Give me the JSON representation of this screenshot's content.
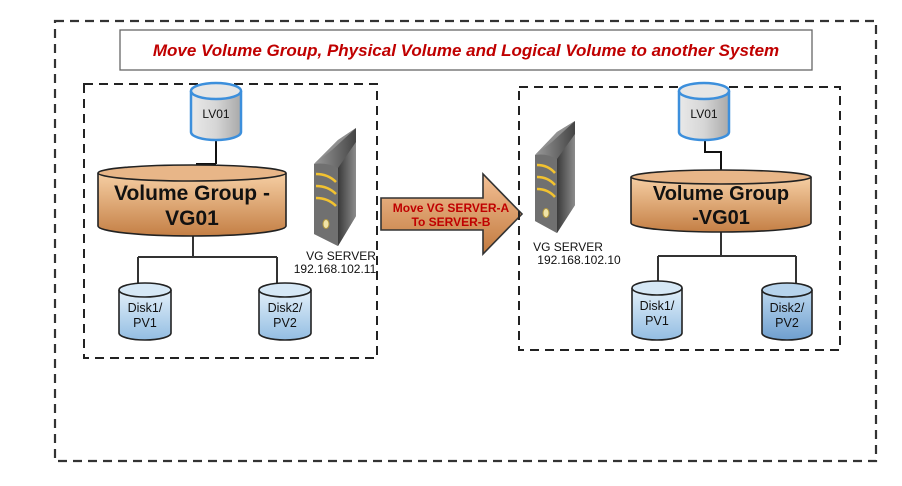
{
  "title": "Move Volume Group, Physical Volume and Logical Volume to another System",
  "colors": {
    "title_text": "#c00000",
    "arrow_text": "#c00000",
    "vg_fill_top": "#f4c79a",
    "vg_fill_bottom": "#c8834a",
    "lv_stroke": "#3c8fdc",
    "disk_fill_top": "#dcecf8",
    "disk_fill_bottom": "#9cc3e4",
    "server_stripe": "#f2c230"
  },
  "server_a": {
    "name": "VG SERVER",
    "ip": "192.168.102.11",
    "logical_volume": "LV01",
    "volume_group_line1": "Volume Group -",
    "volume_group_line2": "VG01",
    "disks": [
      {
        "line1": "Disk1/",
        "line2": "PV1"
      },
      {
        "line1": "Disk2/",
        "line2": "PV2"
      }
    ]
  },
  "migration_arrow": {
    "line1": "Move VG SERVER-A",
    "line2": "To SERVER-B"
  },
  "server_b": {
    "name": "VG SERVER",
    "ip": "192.168.102.10",
    "logical_volume": "LV01",
    "volume_group_line1": "Volume Group",
    "volume_group_line2": "-VG01",
    "disks": [
      {
        "line1": "Disk1/",
        "line2": "PV1"
      },
      {
        "line1": "Disk2/",
        "line2": "PV2"
      }
    ]
  }
}
